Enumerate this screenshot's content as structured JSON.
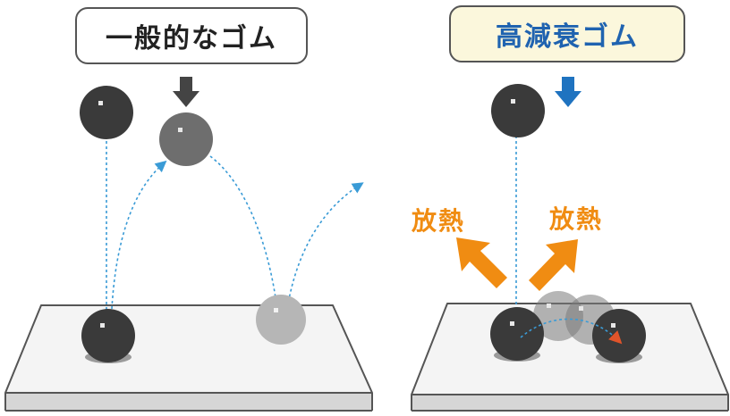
{
  "labels": {
    "left": "一般的なゴム",
    "right": "高減衰ゴム",
    "heat_left": "放熱",
    "heat_right": "放熱"
  },
  "colors": {
    "ball_dark": "#3a3a3a",
    "ball_mid": "#6e6e6e",
    "ball_light": "#b6b6b6",
    "trajectory": "#3a9bd6",
    "heat_arrow": "#f08c12",
    "arrow_dark": "#444444",
    "arrow_blue": "#1f73c0",
    "motion_arrow_head": "#e0542a",
    "platform_top": "#f4f4f4",
    "platform_edge": "#555555"
  }
}
